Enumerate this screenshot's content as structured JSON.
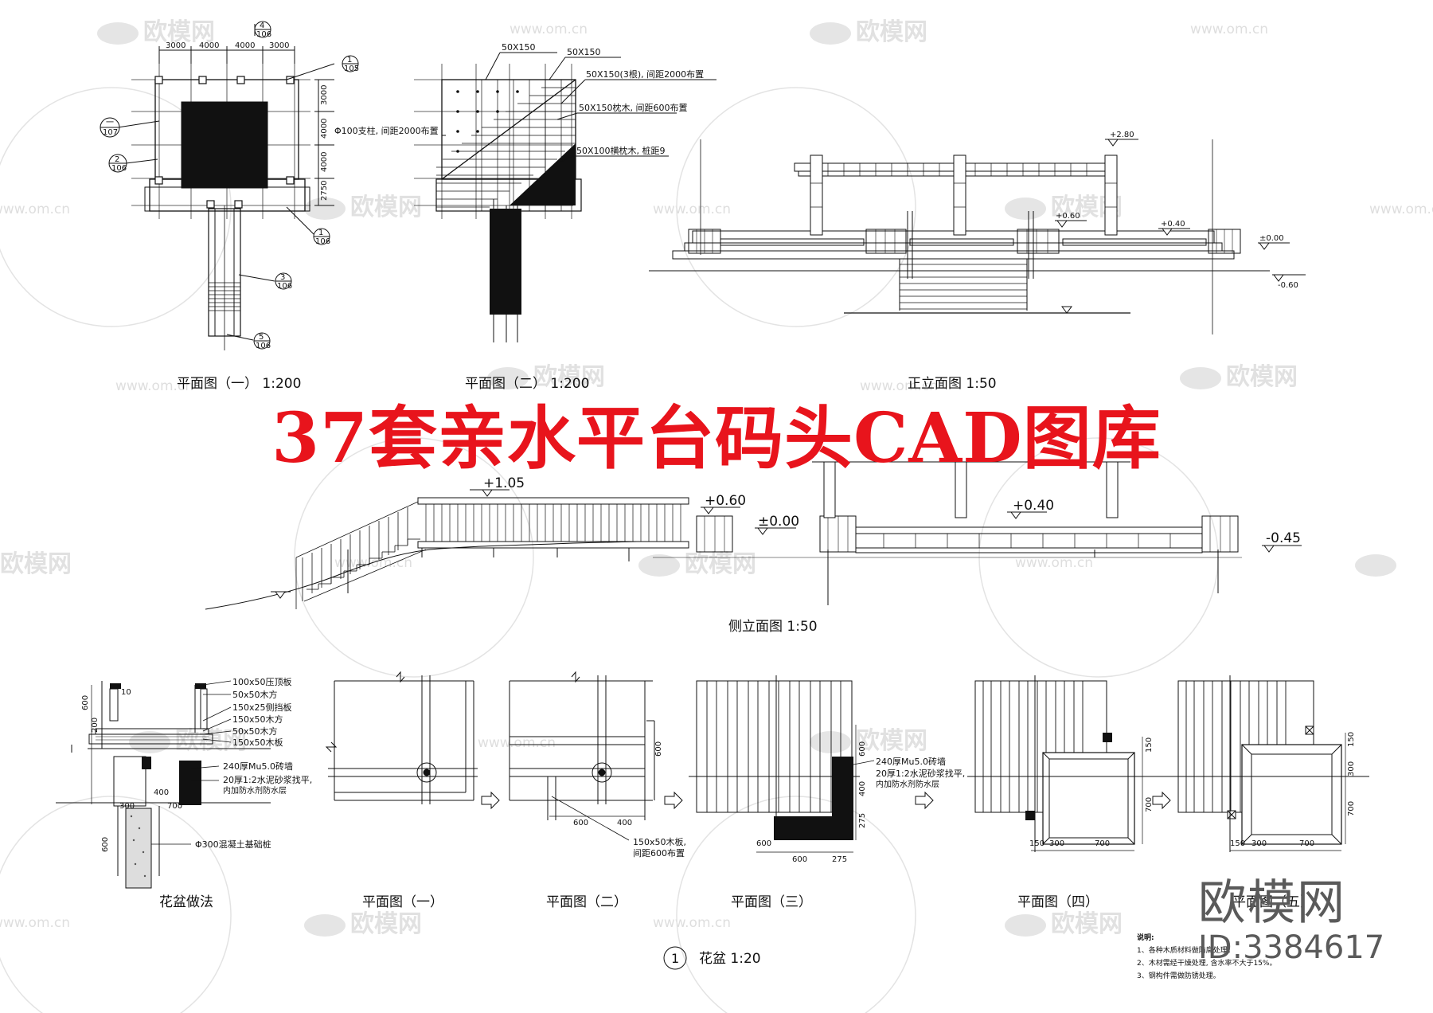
{
  "banner": {
    "title": "37套亲水平台码头CAD图库"
  },
  "brand": {
    "logo_text": "欧模网",
    "id_text": "ID:3384617"
  },
  "watermarks": {
    "logo_text": "欧模网",
    "url_text": "www.om.cn"
  },
  "captions": {
    "plan1": "平面图（一）  1:200",
    "plan2": "平面图（二）  1:200",
    "front_elev": "正立面图  1:50",
    "side_elev": "侧立面图  1:50",
    "pot_method": "花盆做法",
    "detail1": "平面图（一）",
    "detail2": "平面图（二）",
    "detail3": "平面图（三）",
    "detail4": "平面图（四）",
    "detail5": "平面图（五）",
    "detail_title_num": "1",
    "detail_title": "花盆  1:20"
  },
  "plan1": {
    "top_dims": [
      "3000",
      "4000",
      "4000",
      "3000"
    ],
    "side_dims": [
      "3000",
      "4000",
      "4000",
      "2750"
    ],
    "markers": [
      {
        "num": "4",
        "sheet": "106"
      },
      {
        "num": "1",
        "sheet": "105"
      },
      {
        "num": "一",
        "sheet": "107"
      },
      {
        "num": "2",
        "sheet": "106"
      },
      {
        "num": "1",
        "sheet": "106"
      },
      {
        "num": "3",
        "sheet": "106"
      },
      {
        "num": "5",
        "sheet": "106"
      }
    ]
  },
  "plan2": {
    "notes": [
      "50X150",
      "50X150",
      "50X150(3根), 间距2000布置",
      "50X150枕木, 间距600布置",
      "Φ100支柱, 间距2000布置",
      "50X100横枕木, 桩距9"
    ]
  },
  "front_elev": {
    "levels": [
      "+2.80",
      "+0.60",
      "+0.40",
      "±0.00",
      "-0.60"
    ]
  },
  "side_elev": {
    "levels": [
      "+1.05",
      "+0.60",
      "±0.00",
      "+0.40",
      "-0.45"
    ]
  },
  "pot_section": {
    "notes": [
      "100x50压顶板",
      "50x50木方",
      "150x25侧挡板",
      "150x50木方",
      "50x50木方",
      "150x50木板",
      "240厚Mu5.0砖墙",
      "20厚1:2水泥砂浆找平,",
      "内加防水剂防水层",
      "Φ300混凝土基础桩"
    ],
    "dims": [
      "10",
      "600",
      "200",
      "400",
      "300",
      "700",
      "600"
    ]
  },
  "details": {
    "d2_dims": [
      "600",
      "400"
    ],
    "d2_note": [
      "150x50木板,",
      "间距600布置"
    ],
    "d3_notes": [
      "240厚Mu5.0砖墙",
      "20厚1:2水泥砂浆找平,",
      "内加防水剂防水层"
    ],
    "d3_dims": [
      "600",
      "400",
      "275",
      "600",
      "600",
      "275"
    ],
    "d4_dims": [
      "150",
      "300",
      "700",
      "700",
      "150"
    ],
    "d5_dims": [
      "150",
      "300",
      "700",
      "700",
      "300"
    ]
  },
  "general_notes": [
    "说明:",
    "1、各种木质材料做防腐处理。",
    "2、木材需经干燥处理, 含水率不大于15%。",
    "3、钢构件需做防锈处理。"
  ]
}
